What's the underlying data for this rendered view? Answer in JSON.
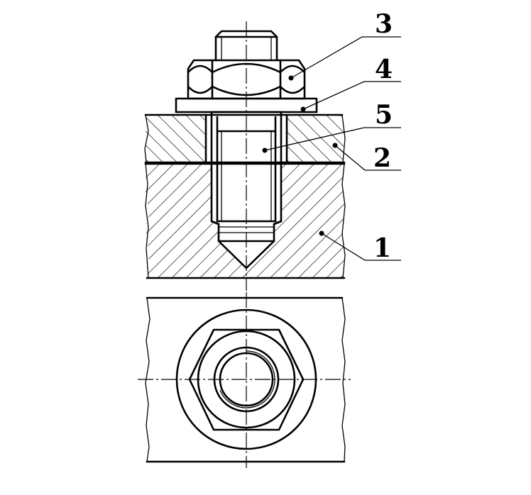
{
  "drawing": {
    "callouts": [
      {
        "id": "base-plate",
        "label": "1"
      },
      {
        "id": "top-plate",
        "label": "2"
      },
      {
        "id": "hex-nut",
        "label": "3"
      },
      {
        "id": "washer",
        "label": "4"
      },
      {
        "id": "stud-bolt",
        "label": "5"
      }
    ]
  }
}
